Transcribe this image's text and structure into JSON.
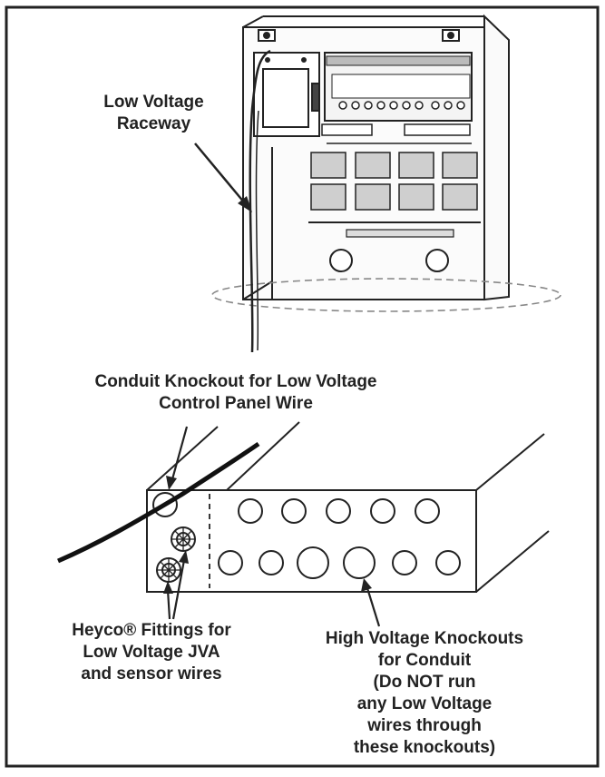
{
  "diagram": {
    "colors": {
      "ink": "#222222",
      "panel": "#f4f4f4",
      "gray": "#d8d8d8",
      "dash": "#888888"
    },
    "labels": {
      "raceway": [
        "Low Voltage",
        "Raceway"
      ],
      "conduit": [
        "Conduit Knockout for Low Voltage",
        "Control Panel Wire"
      ],
      "heyco": [
        "Heyco® Fittings for",
        "Low Voltage JVA",
        "and sensor wires"
      ],
      "high_voltage": [
        "High Voltage Knockouts",
        "for Conduit",
        "(Do NOT run",
        "any Low Voltage",
        "wires through",
        "these knockouts)"
      ]
    }
  }
}
